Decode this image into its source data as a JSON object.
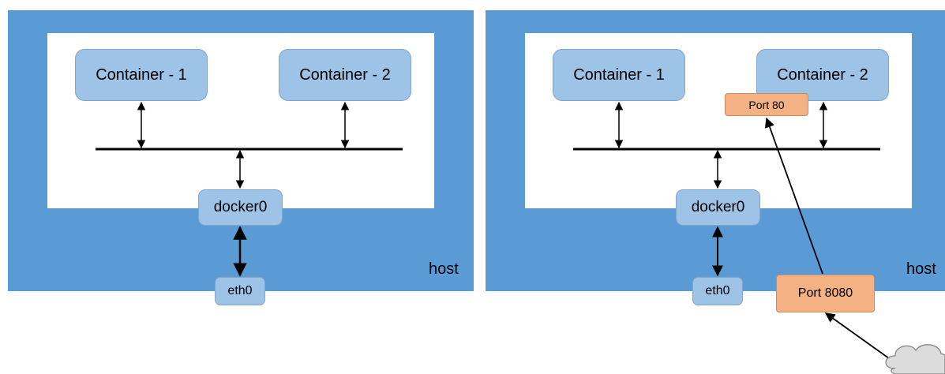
{
  "colors": {
    "host_fill": "#5b9bd5",
    "inner_fill": "#ffffff",
    "node_fill": "#9dc3e6",
    "port_fill": "#f4b183",
    "cloud_fill": "#dcdcdc"
  },
  "left_diagram": {
    "container_1": "Container - 1",
    "container_2": "Container - 2",
    "bridge": "docker0",
    "interface": "eth0",
    "host": "host"
  },
  "right_diagram": {
    "container_1": "Container - 1",
    "container_2": "Container - 2",
    "bridge": "docker0",
    "interface": "eth0",
    "host": "host",
    "container_port": "Port 80",
    "host_port": "Port 8080"
  },
  "icons": {
    "external": "cloud-icon"
  }
}
